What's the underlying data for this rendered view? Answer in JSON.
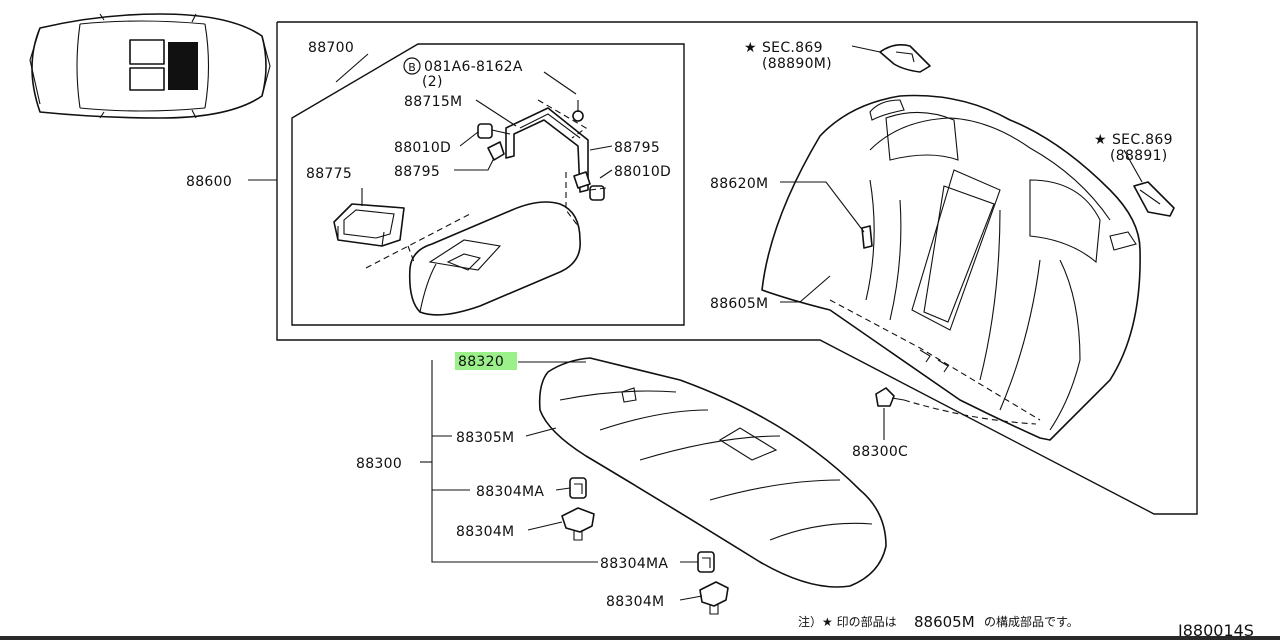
{
  "labels": {
    "p88700": "88700",
    "p88600": "88600",
    "bolt_spec": "081A6-8162A",
    "bolt_qty": "(2)",
    "bolt_symbol": "B",
    "p88715m": "88715M",
    "p88010d_left": "88010D",
    "p88795_left": "88795",
    "p88795_right": "88795",
    "p88010d_right": "88010D",
    "p88775": "88775",
    "sec869_a": "SEC.869",
    "sec869_a_ref": "(88890M)",
    "sec869_b": "SEC.869",
    "sec869_b_ref": "(88891)",
    "star": "★",
    "p88620m": "88620M",
    "p88605m": "88605M",
    "p88300c": "88300C",
    "p88320": "88320",
    "p88305m": "88305M",
    "p88300": "88300",
    "p88304ma_1": "88304MA",
    "p88304m_1": "88304M",
    "p88304ma_2": "88304MA",
    "p88304m_2": "88304M"
  },
  "footnote": {
    "prefix": "注）★ 印の部品は",
    "part": "88605M",
    "suffix": "の構成部品です。"
  },
  "diagram_code": "J880014S",
  "highlight_color": "#9cf08a"
}
